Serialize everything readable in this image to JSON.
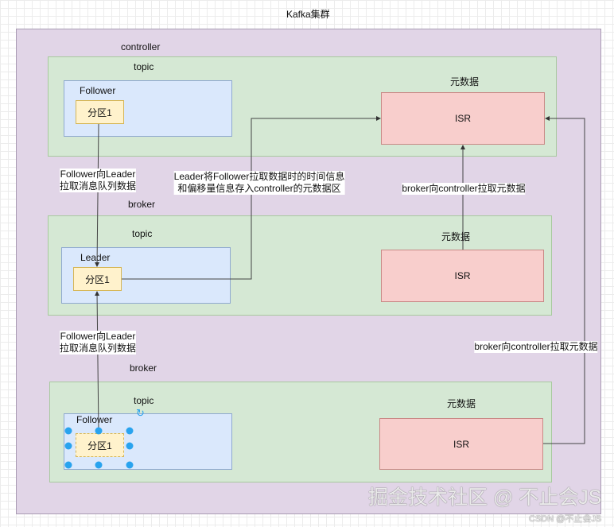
{
  "title": "Kafka集群",
  "controller": {
    "label": "controller",
    "topic": "topic",
    "role": "Follower",
    "partition": "分区1",
    "metadata": "元数据",
    "isr": "ISR"
  },
  "broker1": {
    "label": "broker",
    "topic": "topic",
    "role": "Leader",
    "partition": "分区1",
    "metadata": "元数据",
    "isr": "ISR"
  },
  "broker2": {
    "label": "broker",
    "topic": "topic",
    "role": "Follower",
    "partition": "分区1",
    "metadata": "元数据",
    "isr": "ISR"
  },
  "edges": {
    "follower_pull_1": [
      "Follower向Leader",
      "拉取消息队列数据"
    ],
    "leader_store": [
      "Leader将Follower拉取数据时的时间信息",
      "和偏移量信息存入controller的元数据区"
    ],
    "broker_pull_1": "broker向controller拉取元数据",
    "follower_pull_2": [
      "Follower向Leader",
      "拉取消息队列数据"
    ],
    "broker_pull_2": "broker向controller拉取元数据"
  },
  "watermark": {
    "main": "掘金技术社区 @ 不止会JS",
    "sub": "CSDN @不止会JS"
  },
  "colors": {
    "cluster": "#e1d5e7",
    "topic": "#d5e8d4",
    "role": "#dae8fc",
    "partition": "#fff2cc",
    "isr": "#f8cecc",
    "selection": "#29a3ee"
  }
}
